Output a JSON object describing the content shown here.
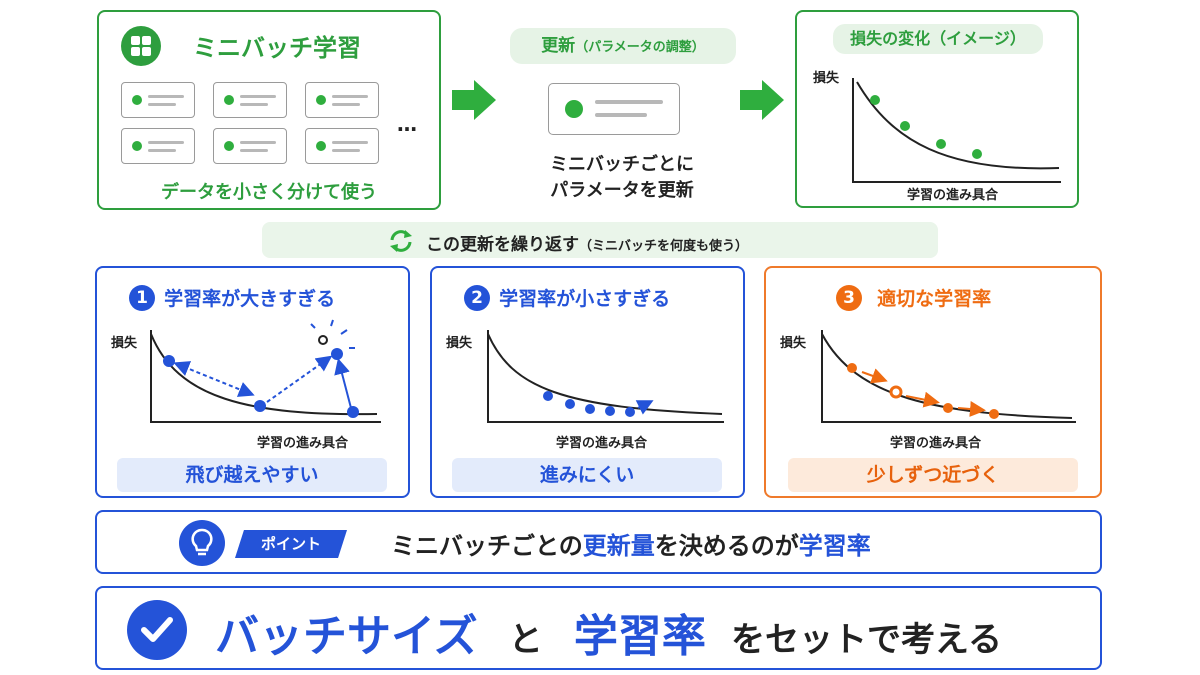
{
  "minibatch": {
    "title": "ミニバッチ学習",
    "caption": "データを小さく分けて使う",
    "ellipsis": "…"
  },
  "update": {
    "pill_main": "更新",
    "pill_sub": "（パラメータの調整）",
    "line1": "ミニバッチごとに",
    "line2": "パラメータを更新"
  },
  "loss_change": {
    "pill": "損失の変化（イメージ）",
    "ylabel": "損失",
    "xlabel": "学習の進み具合"
  },
  "repeat": {
    "main": "この更新を繰り返す",
    "sub": "（ミニバッチを何度も使う）"
  },
  "cases": [
    {
      "num": "1",
      "title": "学習率が大きすぎる",
      "ylabel": "損失",
      "xlabel": "学習の進み具合",
      "result": "飛び越えやすい"
    },
    {
      "num": "2",
      "title": "学習率が小さすぎる",
      "ylabel": "損失",
      "xlabel": "学習の進み具合",
      "result": "進みにくい"
    },
    {
      "num": "3",
      "title": "適切な学習率",
      "ylabel": "損失",
      "xlabel": "学習の進み具合",
      "result": "少しずつ近づく"
    }
  ],
  "point": {
    "tag": "ポイント",
    "text_a": "ミニバッチごとの",
    "text_b": "更新量",
    "text_c": "を決めるのが",
    "text_d": "学習率"
  },
  "conclusion": {
    "word1": "バッチサイズ",
    "word2": "と",
    "word3": "学習率",
    "word4": "をセットで考える"
  },
  "colors": {
    "green": "#2e9e3e",
    "blue": "#2453d8",
    "orange": "#ef6c12"
  }
}
